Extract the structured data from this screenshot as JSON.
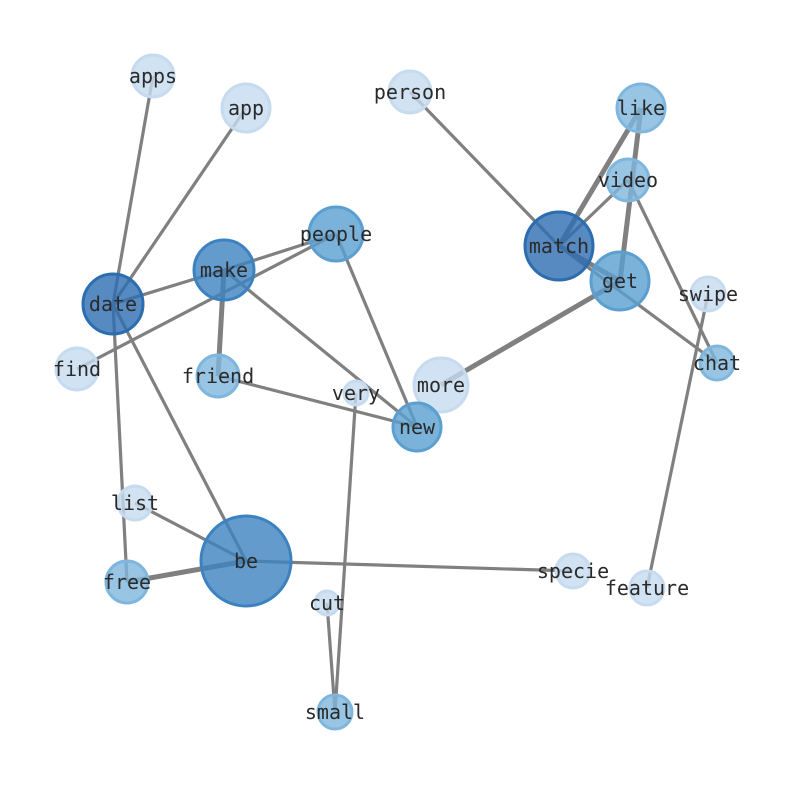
{
  "nodes": [
    {
      "label": "apps",
      "shade": "#c6dbef"
    },
    {
      "label": "app",
      "shade": "#c6dbef"
    },
    {
      "label": "person",
      "shade": "#c6dbef"
    },
    {
      "label": "like",
      "shade": "#7fb6dd"
    },
    {
      "label": "video",
      "shade": "#7fb6dd"
    },
    {
      "label": "people",
      "shade": "#5a9fd0"
    },
    {
      "label": "match",
      "shade": "#2c6db0"
    },
    {
      "label": "make",
      "shade": "#3d82c0"
    },
    {
      "label": "date",
      "shade": "#2c6db0"
    },
    {
      "label": "get",
      "shade": "#5a9fd0"
    },
    {
      "label": "swipe",
      "shade": "#c6dbef"
    },
    {
      "label": "find",
      "shade": "#c6dbef"
    },
    {
      "label": "friend",
      "shade": "#7fb6dd"
    },
    {
      "label": "chat",
      "shade": "#7fb6dd"
    },
    {
      "label": "more",
      "shade": "#c6dbef"
    },
    {
      "label": "very",
      "shade": "#c6dbef"
    },
    {
      "label": "new",
      "shade": "#5a9fd0"
    },
    {
      "label": "list",
      "shade": "#c6dbef"
    },
    {
      "label": "be",
      "shade": "#3d82c0"
    },
    {
      "label": "free",
      "shade": "#7fb6dd"
    },
    {
      "label": "specie",
      "shade": "#c6dbef"
    },
    {
      "label": "feature",
      "shade": "#c6dbef"
    },
    {
      "label": "cut",
      "shade": "#c6dbef"
    },
    {
      "label": "small",
      "shade": "#7fb6dd"
    }
  ],
  "edges": [
    [
      "apps",
      "date",
      1
    ],
    [
      "app",
      "date",
      1
    ],
    [
      "person",
      "match",
      1
    ],
    [
      "like",
      "match",
      2
    ],
    [
      "like",
      "get",
      2
    ],
    [
      "video",
      "match",
      1
    ],
    [
      "video",
      "chat",
      1
    ],
    [
      "match",
      "get",
      2
    ],
    [
      "match",
      "chat",
      1
    ],
    [
      "get",
      "more",
      2
    ],
    [
      "people",
      "make",
      1
    ],
    [
      "people",
      "find",
      1
    ],
    [
      "people",
      "new",
      1
    ],
    [
      "make",
      "date",
      1
    ],
    [
      "make",
      "friend",
      2
    ],
    [
      "make",
      "new",
      1
    ],
    [
      "date",
      "be",
      1
    ],
    [
      "date",
      "free",
      1
    ],
    [
      "friend",
      "new",
      1
    ],
    [
      "very",
      "small",
      1
    ],
    [
      "cut",
      "small",
      1
    ],
    [
      "list",
      "be",
      1
    ],
    [
      "be",
      "free",
      2
    ],
    [
      "be",
      "specie",
      1
    ],
    [
      "swipe",
      "feature",
      1
    ]
  ],
  "colors": {
    "edge": "#808080",
    "stroke_alpha": 0.8
  }
}
